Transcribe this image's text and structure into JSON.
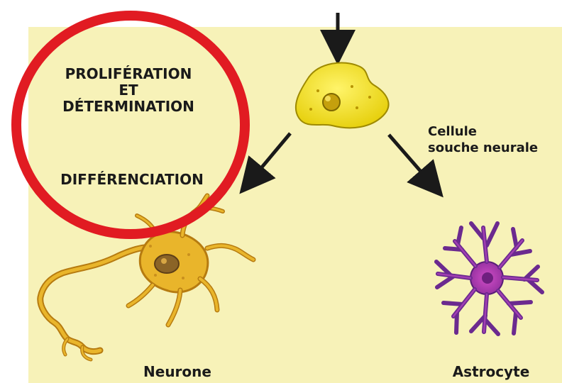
{
  "labels": {
    "prolif_line1": "PROLIFÉRATION",
    "prolif_line2": "ET",
    "prolif_line3": "DÉTERMINATION",
    "differenciation": "DIFFÉRENCIATION",
    "stem_line1": "Cellule",
    "stem_line2": "souche neurale",
    "neuron": "Neurone",
    "astrocyte": "Astrocyte"
  },
  "colors": {
    "background": "#f7f2b8",
    "highlight_circle": "#e11b22",
    "stem_cell": "#f1e11a",
    "neuron": "#e9b52b",
    "neuron_outline": "#b67b10",
    "astrocyte": "#6b2a8f",
    "astrocyte_center": "#b42fa9",
    "arrow": "#1a1a1a"
  },
  "icons": {
    "stem_cell": "stem-cell-icon",
    "neuron": "neuron-icon",
    "astrocyte": "astrocyte-icon",
    "highlight": "highlight-circle-icon"
  }
}
